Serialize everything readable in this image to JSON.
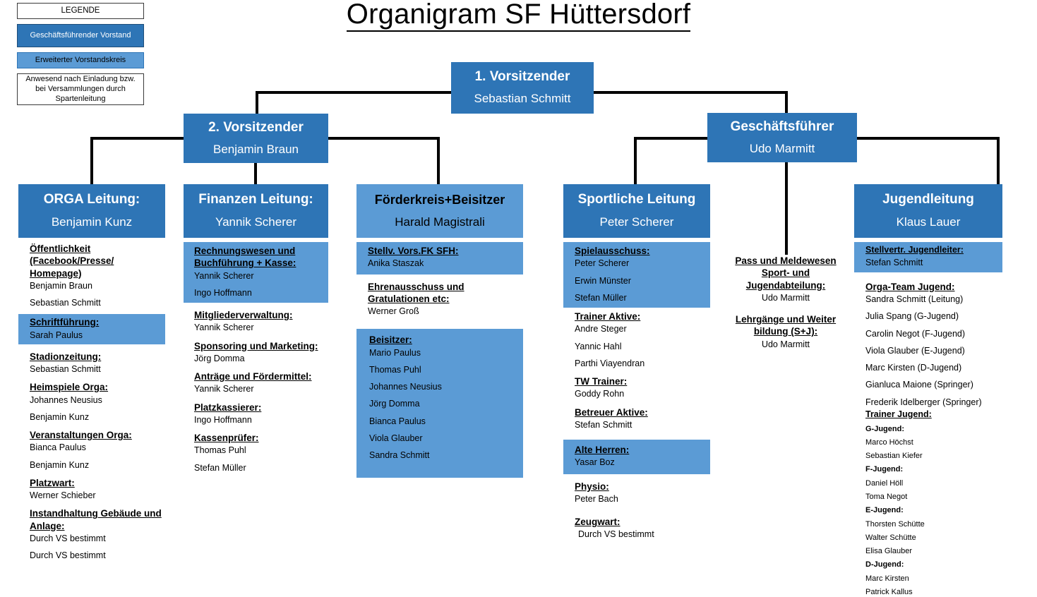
{
  "title": "Organigram SF Hüttersdorf",
  "legend": {
    "heading": "LEGENDE",
    "items": [
      {
        "label": "Geschäftsführender Vorstand",
        "style": "dark"
      },
      {
        "label": "Erweiterter Vorstandskreis",
        "style": "light"
      },
      {
        "label": "Anwesend nach Einladung bzw. bei Versammlungen durch Spartenleitung",
        "style": "plain"
      }
    ]
  },
  "top": {
    "chair1": {
      "role": "1. Vorsitzender",
      "person": "Sebastian Schmitt"
    },
    "chair2": {
      "role": "2. Vorsitzender",
      "person": "Benjamin Braun"
    },
    "manager": {
      "role": "Geschäftsführer",
      "person": "Udo Marmitt"
    }
  },
  "columns": {
    "orga": {
      "head": {
        "title": "ORGA Leitung:",
        "person": "Benjamin Kunz"
      },
      "groups": [
        {
          "label": "Öffentlichkeit (Facebook/Presse/ Homepage)",
          "people": [
            "Benjamin Braun",
            "Sebastian Schmitt"
          ],
          "highlight": false
        },
        {
          "label": "Schriftführung:",
          "people": [
            "Sarah Paulus"
          ],
          "highlight": true
        },
        {
          "label": "Stadionzeitung:",
          "people": [
            "Sebastian Schmitt"
          ],
          "highlight": false
        },
        {
          "label": "Heimspiele Orga:",
          "people": [
            "Johannes Neusius",
            "Benjamin Kunz"
          ],
          "highlight": false
        },
        {
          "label": "Veranstaltungen Orga:",
          "people": [
            "Bianca Paulus",
            "Benjamin Kunz"
          ],
          "highlight": false
        },
        {
          "label": "Platzwart:",
          "people": [
            "Werner Schieber"
          ],
          "highlight": false
        },
        {
          "label": "Instandhaltung Gebäude und Anlage:",
          "people": [
            "Durch VS bestimmt",
            "Durch VS bestimmt"
          ],
          "highlight": false
        }
      ]
    },
    "finanzen": {
      "head": {
        "title": "Finanzen Leitung:",
        "person": "Yannik Scherer"
      },
      "groups": [
        {
          "label": "Rechnungswesen und Buchführung + Kasse:",
          "people": [
            "Yannik Scherer",
            "Ingo Hoffmann"
          ],
          "highlight": true
        },
        {
          "label": "Mitgliederverwaltung:",
          "people": [
            "Yannik Scherer"
          ],
          "highlight": false
        },
        {
          "label": "Sponsoring und Marketing:",
          "people": [
            "Jörg Domma"
          ],
          "highlight": false
        },
        {
          "label": "Anträge und Fördermittel:",
          "people": [
            "Yannik Scherer"
          ],
          "highlight": false
        },
        {
          "label": "Platzkassierer:",
          "people": [
            "Ingo Hoffmann"
          ],
          "highlight": false
        },
        {
          "label": "Kassenprüfer:",
          "people": [
            "Thomas Puhl",
            "Stefan Müller"
          ],
          "highlight": false
        }
      ]
    },
    "foerderkreis": {
      "head": {
        "title": "Förderkreis+Beisitzer",
        "person": "Harald Magistrali"
      },
      "groups": [
        {
          "label": "Stellv. Vors.FK SFH:",
          "people": [
            "Anika Staszak"
          ],
          "highlight": true
        },
        {
          "label": "Ehrenausschuss und Gratulationen etc:",
          "people": [
            "Werner Groß"
          ],
          "highlight": false
        },
        {
          "label": "Beisitzer:",
          "people": [
            "Mario Paulus",
            "Thomas Puhl",
            "Johannes Neusius",
            "Jörg Domma",
            "Bianca Paulus",
            "Viola Glauber",
            "Sandra Schmitt"
          ],
          "highlight": true
        }
      ]
    },
    "sportlich": {
      "head": {
        "title": "Sportliche Leitung",
        "person": "Peter Scherer"
      },
      "groups": [
        {
          "label": "Spielausschuss:",
          "people": [
            "Peter Scherer",
            "Erwin Münster",
            "Stefan Müller"
          ],
          "highlight": true
        },
        {
          "label": "Trainer Aktive:",
          "people": [
            "Andre Steger",
            "Yannic Hahl",
            "Parthi Viayendran"
          ],
          "highlight": false
        },
        {
          "label": "TW Trainer:",
          "people": [
            "Goddy Rohn"
          ],
          "highlight": false
        },
        {
          "label": "Betreuer Aktive:",
          "people": [
            "Stefan Schmitt"
          ],
          "highlight": false
        },
        {
          "label": "Alte Herren:",
          "people": [
            "Yasar Boz"
          ],
          "highlight": true
        },
        {
          "label": "Physio:",
          "people": [
            "Peter Bach"
          ],
          "highlight": false
        },
        {
          "label": "Zeugwart:",
          "people": [
            "Durch VS bestimmt"
          ],
          "highlight": false
        }
      ]
    },
    "geschaeft": {
      "groups": [
        {
          "label": "Pass und Meldewesen Sport- und Jugendabteilung:",
          "people": [
            "Udo Marmitt"
          ]
        },
        {
          "label": "Lehrgänge und Weiter bildung (S+J):",
          "people": [
            "Udo Marmitt"
          ]
        }
      ]
    },
    "jugend": {
      "head": {
        "title": "Jugendleitung",
        "person": "Klaus Lauer"
      },
      "deputy": {
        "label": "Stellvertr. Jugendleiter:",
        "people": [
          "Stefan Schmitt"
        ]
      },
      "orgaTeam": {
        "label": "Orga-Team Jugend:",
        "people": [
          "Sandra Schmitt (Leitung)",
          "Julia Spang (G-Jugend)",
          "Carolin Negot (F-Jugend)",
          "Viola Glauber (E-Jugend)",
          "Marc Kirsten (D-Jugend)",
          "Gianluca Maione (Springer)",
          "Frederik Idelberger (Springer)"
        ]
      },
      "trainer": {
        "label": "Trainer Jugend:",
        "sections": [
          {
            "age": "G-Jugend:",
            "people": [
              "Marco Höchst",
              "Sebastian Kiefer"
            ]
          },
          {
            "age": "F-Jugend:",
            "people": [
              "Daniel Höll",
              "Toma Negot"
            ]
          },
          {
            "age": "E-Jugend:",
            "people": [
              "Thorsten Schütte",
              "Walter Schütte",
              "Elisa Glauber"
            ]
          },
          {
            "age": "D-Jugend:",
            "people": [
              "Marc Kirsten",
              "Patrick Kallus"
            ]
          }
        ]
      }
    }
  },
  "colors": {
    "dark_blue": "#2E75B6",
    "light_blue": "#5B9BD5",
    "line": "#000000",
    "text_light": "#FFFFFF"
  }
}
